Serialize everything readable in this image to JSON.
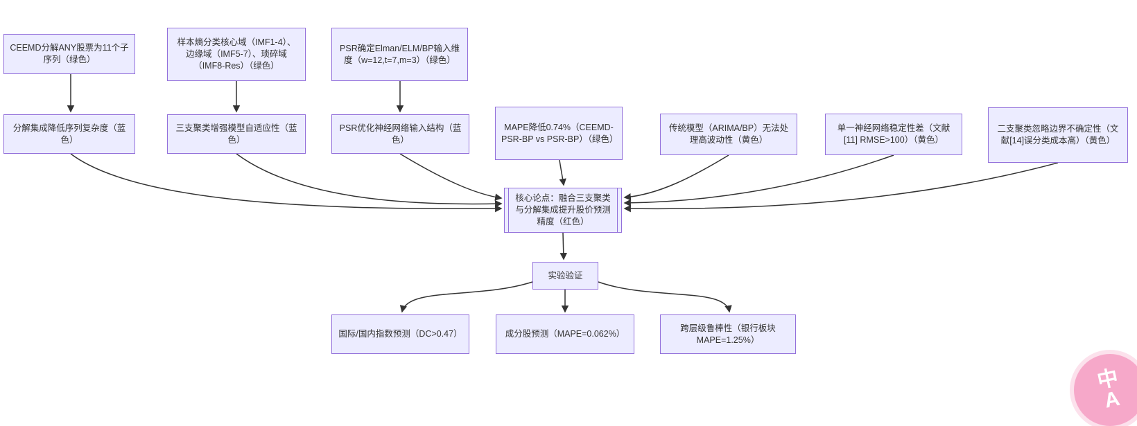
{
  "diagram": {
    "type": "flowchart",
    "colors": {
      "node_fill": "#ECECFF",
      "node_border": "#9370DB",
      "text": "#333333",
      "edge": "#333333",
      "background": "#ffffff"
    },
    "nodes": {
      "ceemd": {
        "label": "CEEMD分解ANY股票为11个子序列（绿色）"
      },
      "entropy": {
        "label": "样本熵分类核心域（IMF1-4）、边缘域（IMF5-7）、琐碎域（IMF8-Res）（绿色）"
      },
      "psr_dim": {
        "label": "PSR确定Elman/ELM/BP输入维度（w=12,t=7,m=3）（绿色）"
      },
      "decomp": {
        "label": "分解集成降低序列复杂度（蓝色）"
      },
      "three_way": {
        "label": "三支聚类增强模型自适应性（蓝色）"
      },
      "psr_opt": {
        "label": "PSR优化神经网络输入结构（蓝色）"
      },
      "mape": {
        "label": "MAPE降低0.74%（CEEMD-PSR-BP vs PSR-BP）（绿色）"
      },
      "traditional": {
        "label": "传统模型（ARIMA/BP）无法处理高波动性（黄色）"
      },
      "single_nn": {
        "label": "单一神经网络稳定性差（文献[11] RMSE>100）（黄色）"
      },
      "two_way": {
        "label": "二支聚类忽略边界不确定性（文献[14]误分类成本高）（黄色）"
      },
      "core": {
        "label": "核心论点：融合三支聚类与分解集成提升股价预测精度（红色）"
      },
      "experiment": {
        "label": "实验验证"
      },
      "index_pred": {
        "label": "国际/国内指数预测（DC>0.47）"
      },
      "stock_pred": {
        "label": "成分股预测（MAPE=0.062%）"
      },
      "robust": {
        "label": "跨层级鲁棒性（银行板块MAPE=1.25%）"
      }
    },
    "edges": [
      {
        "from": "ceemd",
        "to": "decomp"
      },
      {
        "from": "entropy",
        "to": "three_way"
      },
      {
        "from": "psr_dim",
        "to": "psr_opt"
      },
      {
        "from": "decomp",
        "to": "core"
      },
      {
        "from": "three_way",
        "to": "core"
      },
      {
        "from": "psr_opt",
        "to": "core"
      },
      {
        "from": "mape",
        "to": "core"
      },
      {
        "from": "traditional",
        "to": "core"
      },
      {
        "from": "single_nn",
        "to": "core"
      },
      {
        "from": "two_way",
        "to": "core"
      },
      {
        "from": "core",
        "to": "experiment"
      },
      {
        "from": "experiment",
        "to": "index_pred"
      },
      {
        "from": "experiment",
        "to": "stock_pred"
      },
      {
        "from": "experiment",
        "to": "robust"
      }
    ]
  },
  "overlay": {
    "translate_button": {
      "label": "中A",
      "color": "#f6a8c9"
    }
  }
}
